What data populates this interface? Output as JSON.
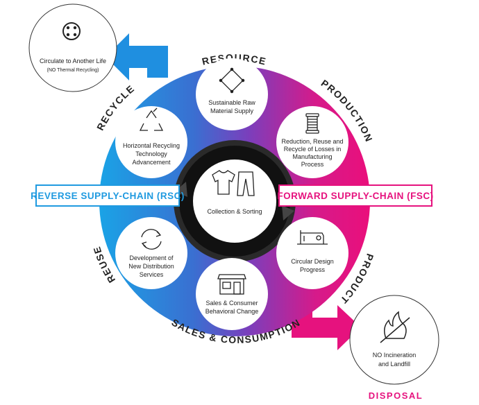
{
  "stages": {
    "resource": "RESOURCE",
    "production": "PRODUCTION",
    "product": "PRODUCT",
    "sales_consumption": "SALES & CONSUMPTION",
    "reuse": "REUSE",
    "recycle": "RECYCLE"
  },
  "nodes": {
    "raw_material": [
      "Sustainable Raw",
      "Material Supply"
    ],
    "manufacturing": [
      "Reduction, Reuse and",
      "Recycle of Losses in",
      "Manufacturing",
      "Process"
    ],
    "circular_design": [
      "Circular Design",
      "Progress"
    ],
    "sales": [
      "Sales & Consumer",
      "Behavioral Change"
    ],
    "distribution": [
      "Development of",
      "New Distribution",
      "Services"
    ],
    "recycling_tech": [
      "Horizontal Recycling",
      "Technology",
      "Advancement"
    ],
    "center": "Collection & Sorting"
  },
  "chains": {
    "reverse": "REVERSE SUPPLY-CHAIN (RSC)",
    "forward": "FORWARD SUPPLY-CHAIN (FSC)"
  },
  "outcomes": {
    "circulate_title": "Circulate to Another Life",
    "circulate_note": "(NO Thermal Recycling)",
    "incineration": [
      "NO Incineration",
      "and Landfill"
    ],
    "disposal": "DISPOSAL"
  },
  "colors": {
    "blue": "#1f9ae0",
    "pink": "#e6127e",
    "purple": "#6a4bb8",
    "dark": "#111111"
  },
  "icons": [
    "button-icon",
    "diamond-fabric-icon",
    "thread-spool-icon",
    "sewing-machine-icon",
    "storefront-icon",
    "cycle-arrows-icon",
    "recycle-icon",
    "clothing-icon",
    "no-fire-icon"
  ]
}
